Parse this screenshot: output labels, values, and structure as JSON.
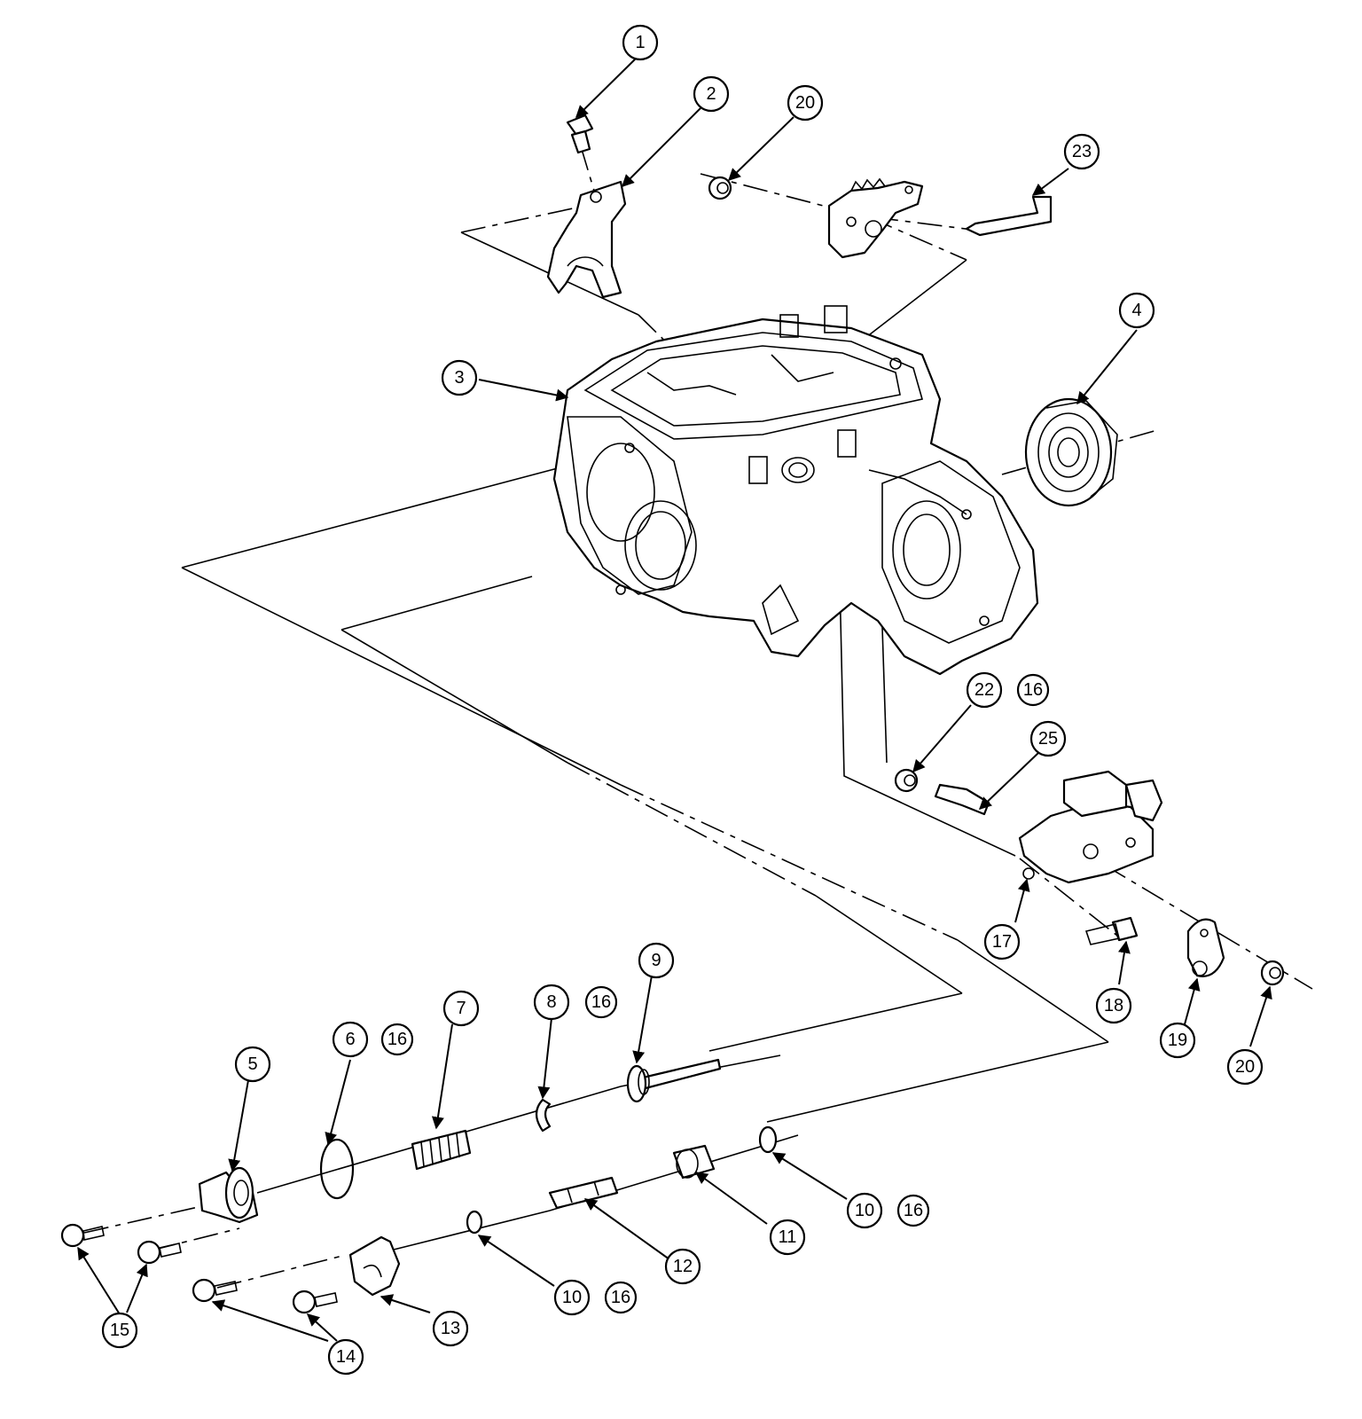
{
  "callouts": [
    {
      "id": "c1",
      "label": "1"
    },
    {
      "id": "c2",
      "label": "2"
    },
    {
      "id": "c20a",
      "label": "20"
    },
    {
      "id": "c23",
      "label": "23"
    },
    {
      "id": "c4",
      "label": "4"
    },
    {
      "id": "c3",
      "label": "3"
    },
    {
      "id": "c22",
      "label": "22"
    },
    {
      "id": "c16a",
      "label": "16"
    },
    {
      "id": "c25",
      "label": "25"
    },
    {
      "id": "c17",
      "label": "17"
    },
    {
      "id": "c18",
      "label": "18"
    },
    {
      "id": "c19",
      "label": "19"
    },
    {
      "id": "c20b",
      "label": "20"
    },
    {
      "id": "c9",
      "label": "9"
    },
    {
      "id": "c8",
      "label": "8"
    },
    {
      "id": "c16b",
      "label": "16"
    },
    {
      "id": "c7",
      "label": "7"
    },
    {
      "id": "c6",
      "label": "6"
    },
    {
      "id": "c16c",
      "label": "16"
    },
    {
      "id": "c5",
      "label": "5"
    },
    {
      "id": "c10a",
      "label": "10"
    },
    {
      "id": "c16d",
      "label": "16"
    },
    {
      "id": "c11",
      "label": "11"
    },
    {
      "id": "c12",
      "label": "12"
    },
    {
      "id": "c10b",
      "label": "10"
    },
    {
      "id": "c16e",
      "label": "16"
    },
    {
      "id": "c13",
      "label": "13"
    },
    {
      "id": "c14",
      "label": "14"
    },
    {
      "id": "c15",
      "label": "15"
    }
  ]
}
